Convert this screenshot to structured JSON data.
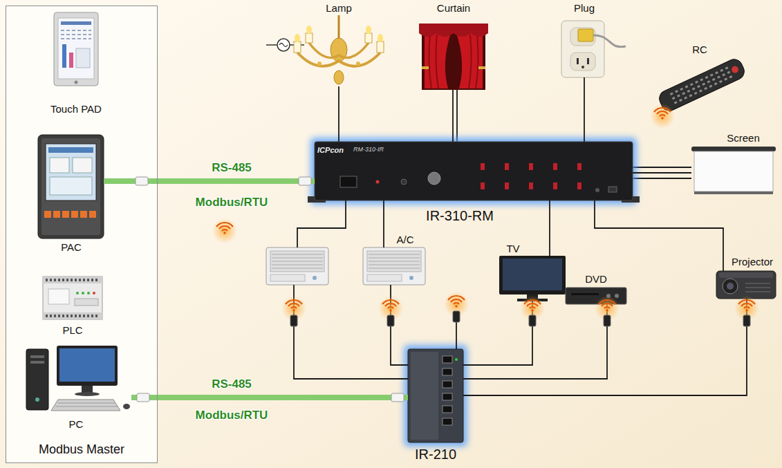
{
  "diagram": {
    "nodes": [
      {
        "text": [
          "Modbus Master"
        ]
      },
      {
        "text": [
          "Touch PAD"
        ],
        "in": 0
      },
      {
        "text": [
          "PAC"
        ],
        "in": 0
      },
      {
        "text": [
          "PLC"
        ],
        "in": 0
      },
      {
        "text": [
          "PC"
        ],
        "in": 0
      },
      {
        "text": [
          "Lamp"
        ]
      },
      {
        "text": [
          "Curtain"
        ]
      },
      {
        "text": [
          "Plug"
        ]
      },
      {
        "text": [
          "RC"
        ]
      },
      {
        "text": [
          "IR-310-RM"
        ]
      },
      {
        "text": [
          "Screen"
        ]
      },
      {
        "text": [
          "A/C"
        ]
      },
      {
        "text": [
          "TV"
        ]
      },
      {
        "text": [
          "DVD"
        ]
      },
      {
        "text": [
          "Projector"
        ]
      },
      {
        "text": [
          "IR-210"
        ]
      }
    ],
    "edges": [
      {
        "from": 2,
        "to": 9,
        "arrow": "none",
        "label": "RS-485"
      },
      {
        "from": 4,
        "to": 15,
        "arrow": "none",
        "label": "RS-485"
      },
      {
        "from": 5,
        "to": 9,
        "arrow": "none"
      },
      {
        "from": 6,
        "to": 9,
        "arrow": "none"
      },
      {
        "from": 7,
        "to": 9,
        "arrow": "none"
      },
      {
        "from": 9,
        "to": 10,
        "arrow": "none"
      },
      {
        "from": 9,
        "to": 11,
        "arrow": "none"
      },
      {
        "from": 9,
        "to": 11,
        "arrow": "none"
      },
      {
        "from": 9,
        "to": 12,
        "arrow": "none"
      },
      {
        "from": 9,
        "to": 14,
        "arrow": "none"
      },
      {
        "from": 15,
        "to": 11,
        "arrow": "none"
      },
      {
        "from": 15,
        "to": 11,
        "arrow": "none"
      },
      {
        "from": 15,
        "to": 12,
        "arrow": "none"
      },
      {
        "from": 15,
        "to": 13,
        "arrow": "none"
      },
      {
        "from": 15,
        "to": 14,
        "arrow": "none"
      }
    ],
    "labels": [
      "Modbus/RTU",
      "Modbus/RTU",
      "ICPcon",
      "RM-310-IR"
    ]
  }
}
